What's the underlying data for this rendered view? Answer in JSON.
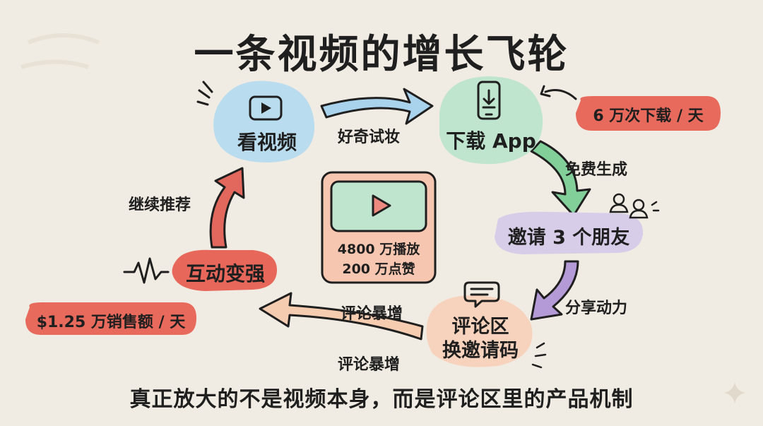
{
  "title": "一条视频的增长飞轮",
  "footer": "真正放大的不是视频本身，而是评论区里的产品机制",
  "nodes": {
    "watch": "看视频",
    "download": "下载 App",
    "invite": "邀请 3 个朋友",
    "comment_line1": "评论区",
    "comment_line2": "换邀请码",
    "interaction": "互动变强"
  },
  "edges": {
    "curiosity": "好奇试妆",
    "free_generate": "免费生成",
    "share_motivation": "分享动力",
    "comments_surge_1": "评论暴增",
    "comments_surge_2": "评论暴增",
    "keep_recommend": "继续推荐"
  },
  "badges": {
    "downloads": "6 万次下载 / 天",
    "sales": "$1.25 万销售额 / 天"
  },
  "center": {
    "plays": "4800 万播放",
    "likes": "200 万点赞"
  },
  "colors": {
    "background": "#f1ece3",
    "blue_blob": "#b9dcee",
    "green_blob": "#bfe5cf",
    "purple_blob": "#d8cde9",
    "peach_blob": "#f7d3bd",
    "red_blob": "#e7675b",
    "badge_red": "#e86a5c",
    "arrow_blue": "#a9d3ec",
    "arrow_green": "#82cf9a",
    "arrow_purple": "#b49ad7",
    "arrow_peach": "#f6ccb0",
    "arrow_red": "#e2675c"
  },
  "icons": [
    "play-icon",
    "phone-download-icon",
    "users-icon",
    "chat-bubble-icon",
    "wave-icon",
    "sparkle-icon"
  ]
}
